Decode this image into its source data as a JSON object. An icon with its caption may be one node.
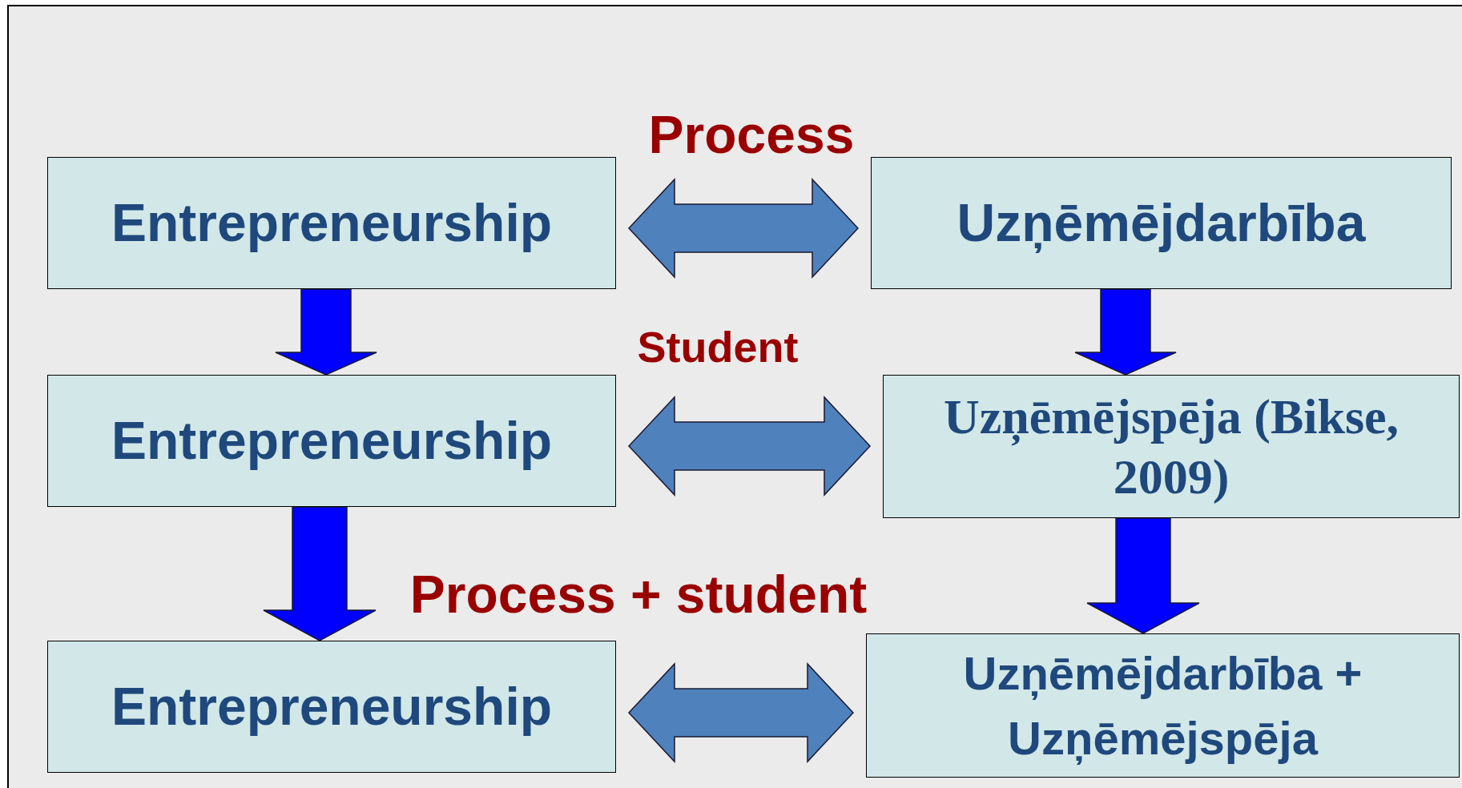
{
  "diagram": {
    "nodes": [
      {
        "text": [
          "Entrepreneurship"
        ]
      },
      {
        "text": [
          "Uzņēmējdarbība"
        ]
      },
      {
        "text": [
          "Entrepreneurship"
        ]
      },
      {
        "text": [
          "Uzņēmējspēja (Bikse, 2009)"
        ]
      },
      {
        "text": [
          "Entrepreneurship"
        ]
      },
      {
        "text": [
          "Uzņēmējdarbība + Uzņēmējspēja"
        ]
      }
    ],
    "edges": [
      {
        "from": 0,
        "to": 1,
        "arrow": "both",
        "color": "#4f81bd"
      },
      {
        "from": 0,
        "to": 2,
        "arrow": "to"
      },
      {
        "from": 1,
        "to": 3,
        "arrow": "to"
      },
      {
        "from": 2,
        "to": 3,
        "arrow": "both",
        "color": "#4f81bd"
      },
      {
        "from": 2,
        "to": 4,
        "arrow": "to"
      },
      {
        "from": 3,
        "to": 5,
        "arrow": "to"
      },
      {
        "from": 4,
        "to": 5,
        "arrow": "both",
        "color": "#4f81bd"
      }
    ],
    "labels": [
      "Process",
      "Student",
      "Process + student"
    ]
  }
}
